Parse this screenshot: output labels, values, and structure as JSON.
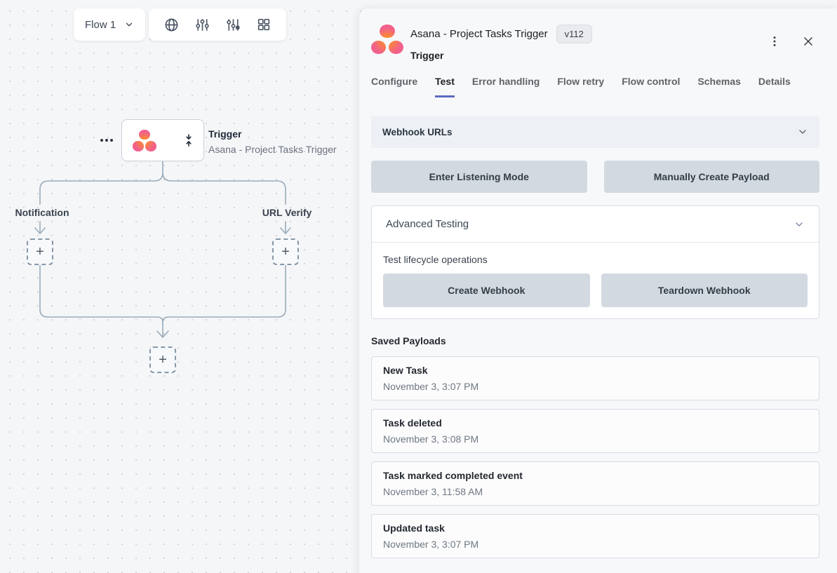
{
  "toolbar": {
    "flow_selector_label": "Flow 1",
    "icons": [
      "globe-icon",
      "sliders-icon",
      "sliders-alt-icon",
      "grid-icon"
    ]
  },
  "canvas": {
    "node": {
      "title": "Trigger",
      "subtitle": "Asana - Project Tasks Trigger"
    },
    "branch_left_label": "Notification",
    "branch_right_label": "URL Verify",
    "plus_label": "+"
  },
  "panel": {
    "header": {
      "title": "Asana - Project Tasks Trigger",
      "version": "v112",
      "subtitle": "Trigger"
    },
    "tabs": [
      {
        "label": "Configure",
        "active": false
      },
      {
        "label": "Test",
        "active": true
      },
      {
        "label": "Error handling",
        "active": false
      },
      {
        "label": "Flow retry",
        "active": false
      },
      {
        "label": "Flow control",
        "active": false
      },
      {
        "label": "Schemas",
        "active": false
      },
      {
        "label": "Details",
        "active": false
      }
    ],
    "webhook_urls": {
      "label": "Webhook URLs"
    },
    "actions": {
      "listen_label": "Enter Listening Mode",
      "manual_label": "Manually Create Payload"
    },
    "advanced": {
      "title": "Advanced Testing",
      "description": "Test lifecycle operations",
      "create_label": "Create Webhook",
      "teardown_label": "Teardown Webhook"
    },
    "saved_payloads": {
      "title": "Saved Payloads",
      "items": [
        {
          "name": "New Task",
          "time": "November 3, 3:07 PM"
        },
        {
          "name": "Task deleted",
          "time": "November 3, 3:08 PM"
        },
        {
          "name": "Task marked completed event",
          "time": "November 3, 11:58 AM"
        },
        {
          "name": "Updated task",
          "time": "November 3, 3:07 PM"
        }
      ]
    }
  },
  "colors": {
    "accent_underline": "#5c6bc0",
    "asana_pink": "#f2608c",
    "asana_orange": "#ffa000",
    "edge_line": "#9aabba",
    "panel_bg": "#f7f8fa",
    "button_bg": "#d3d9e0",
    "accordion_bg": "#edf0f4"
  }
}
